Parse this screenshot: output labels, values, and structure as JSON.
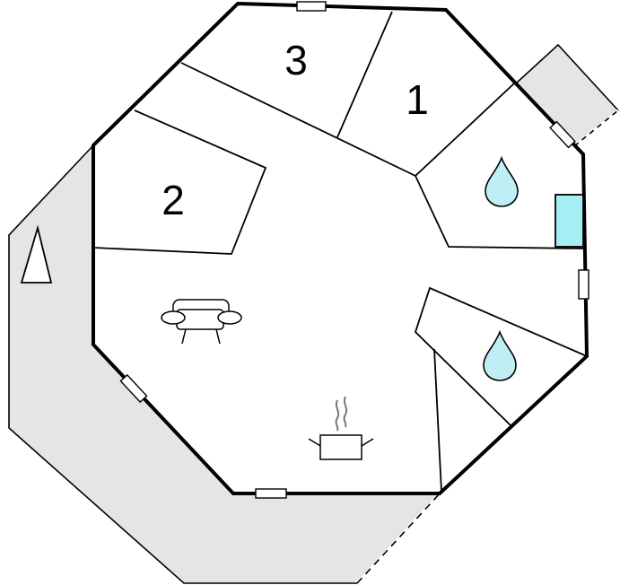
{
  "rooms": {
    "bedroom_1": {
      "label": "1"
    },
    "bedroom_2": {
      "label": "2"
    },
    "bedroom_3": {
      "label": "3"
    }
  },
  "icons": {
    "bathroom": "water-drop-icon",
    "shower_room": "water-drop-icon",
    "living": "sofa-icon",
    "kitchen": "cooking-pot-icon",
    "terrace": "tent-icon",
    "fixture": "cabinet-icon"
  },
  "colors": {
    "terrace": "#e5e5e5",
    "wall": "#000000",
    "water": "#bfeef5",
    "fixture": "#a4eef4",
    "window": "#ffffff"
  }
}
